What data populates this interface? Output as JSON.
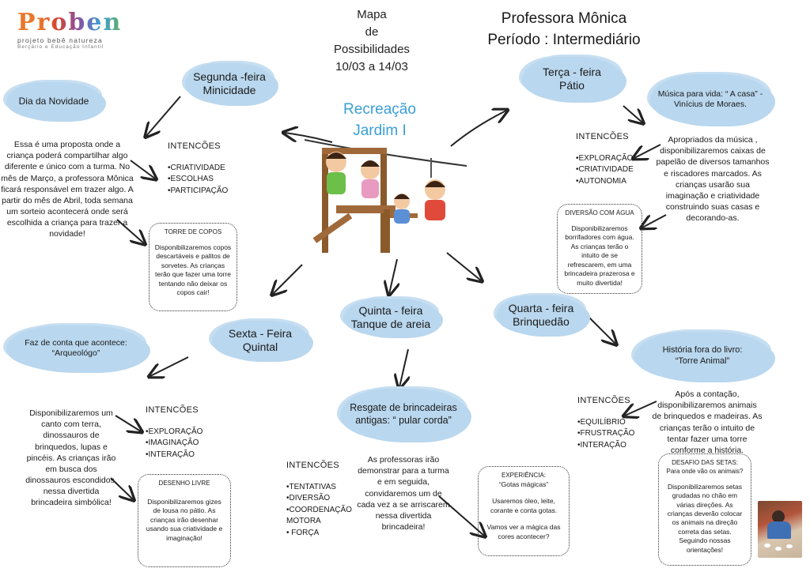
{
  "logo": {
    "name": "Proben",
    "sub1": "projeto bebê natureza",
    "sub2": "Berçário e Educação Infantil"
  },
  "header": {
    "title_line1": "Mapa",
    "title_line2": "de",
    "title_line3": "Possibilidades",
    "title_line4": "10/03 a 14/03",
    "teacher": "Professora Mônica",
    "period": "Período : Intermediário"
  },
  "center": {
    "line1": "Recreação",
    "line2": "Jardim I",
    "accent": "#3a9fd6"
  },
  "monday": {
    "day_line1": "Segunda -feira",
    "day_line2": "Minicidade",
    "activity": "Dia da Novidade",
    "description": "Essa é uma proposta onde a criança poderá compartilhar algo diferente e único com a turma. No mês de Março, a professora Mônica ficará responsável em trazer algo. A partir do mês de Abril, toda semana um sorteio  acontecerá onde será escolhida a criança para trazer a novidade!",
    "intentions_title": "INTENCÕES",
    "intentions": [
      "•CRIATIVIDADE",
      "•ESCOLHAS",
      "•PARTICIPAÇÃO"
    ],
    "box_title": "TORRE DE COPOS",
    "box_text": "Disponibilizaremos copos descartáveis e palitos de sorvetes. As crianças terão que fazer uma torre tentando não deixar os copos cair!"
  },
  "tuesday": {
    "day_line1": "Terça - feira",
    "day_line2": "Pátio",
    "activity": "Música para vida: “ A casa” - Vinícius de Moraes.",
    "description": "Apropriados da música , disponibilizaremos caixas de papelão de diversos tamanhos e riscadores marcados. As crianças usarão sua imaginação e criatividade construindo suas casas e decorando-as.",
    "intentions_title": "INTENCÕES",
    "intentions": [
      "•EXPLORAÇÃO",
      "•CRIATIVIDADE",
      "•AUTONOMIA"
    ],
    "box_title": "DIVERSÃO COM ÁGUA",
    "box_text": "Disponibilizaremos borrifadores com água. As crianças terão o intuito de se refrescarem, em uma brincadeira prazerosa e muito divertida!"
  },
  "wednesday": {
    "day_line1": "Quarta - feira",
    "day_line2": "Brinquedão",
    "activity": "História fora do livro: “Torre Animal”",
    "description": "Após a contação, disponibilizaremos animais de brinquedos e madeiras. As crianças terão o intuito de tentar fazer uma torre conforme a história.",
    "intentions_title": "INTENCÕES",
    "intentions": [
      "•EQUILÍBRIO",
      "•FRUSTRAÇÃO",
      "•INTERAÇÃO"
    ],
    "box_title": "DESAFIO DAS SETAS:",
    "box_subtitle": "Para onde vão os animais?",
    "box_text": "Disponibilizaremos setas grudadas no chão em várias direções. As crianças deverão colocar os animais na direção correta das setas. Seguindo nossas orientações!"
  },
  "thursday": {
    "day_line1": "Quinta - feira",
    "day_line2": "Tanque de areia",
    "activity": "Resgate de brincadeiras antigas: “ pular corda”",
    "description": "As professoras irão demonstrar para a turma e em seguida, convidaremos um de cada vez a se arriscarem nessa divertida brincadeira!",
    "intentions_title": "INTENCÕES",
    "intentions": [
      "•TENTATIVAS",
      "•DIVERSÃO",
      "•COORDENAÇÃO MOTORA",
      "• FORÇA"
    ],
    "box_title": "EXPERIÊNCIA:",
    "box_subtitle": "“Gotas mágicas”",
    "box_text": "Usaremos óleo, leite, corante e conta gotas.",
    "box_question": "Vamos ver a mágica das cores acontecer?"
  },
  "friday": {
    "day_line1": "Sexta - Feira",
    "day_line2": "Quintal",
    "activity": "Faz de conta que acontece: “Arqueológo”",
    "description": "Disponibilizaremos um canto com terra, dinossauros de brinquedos, lupas e pincéis. As crianças irão em busca dos dinossauros escondidos, nessa divertida brincadeira simbólica!",
    "intentions_title": "INTENCÕES",
    "intentions": [
      "•EXPLORAÇÃO",
      "•IMAGINAÇÃO",
      "•INTERAÇÃO"
    ],
    "box_title": "DESENHO LIVRE",
    "box_text": "Disponibilizaremos gizes de lousa no pátio. As crianças irão desenhar usando sua criatividade e imaginação!"
  },
  "colors": {
    "cloud": "#b9d7ee",
    "logo_orange": "#e8782c",
    "logo_green": "#6fb33f",
    "logo_purple": "#8a4fa0"
  }
}
